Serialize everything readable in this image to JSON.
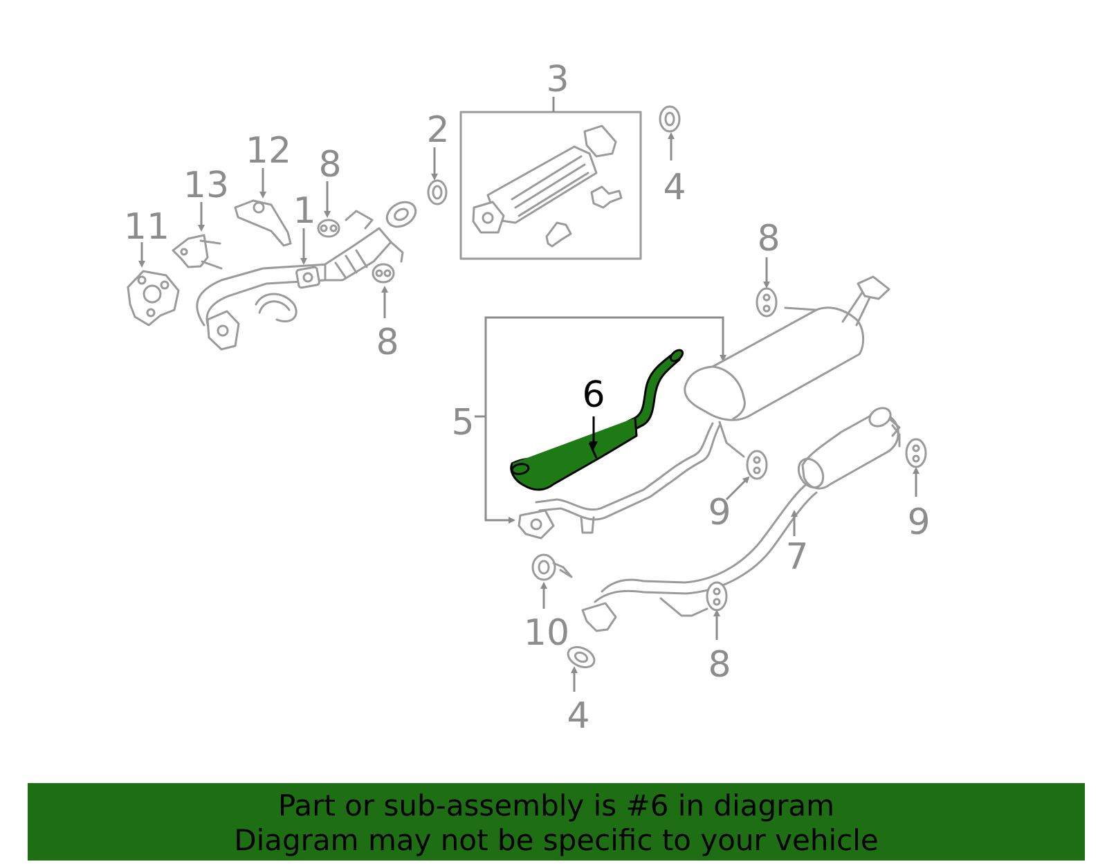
{
  "callouts": {
    "c1": "1",
    "c2": "2",
    "c3": "3",
    "c4a": "4",
    "c4b": "4",
    "c5": "5",
    "c6": "6",
    "c7": "7",
    "c8a": "8",
    "c8b": "8",
    "c8c": "8",
    "c8d": "8",
    "c9a": "9",
    "c9b": "9",
    "c10": "10",
    "c11": "11",
    "c12": "12",
    "c13": "13"
  },
  "highlighted_part": "6",
  "colors": {
    "highlight": "#1e7a14",
    "banner": "#1e6e14",
    "part_line": "#9a9a9a"
  },
  "banner": {
    "line1": "Part or sub-assembly is #6 in diagram",
    "line2": "Diagram may not be specific to your vehicle"
  }
}
